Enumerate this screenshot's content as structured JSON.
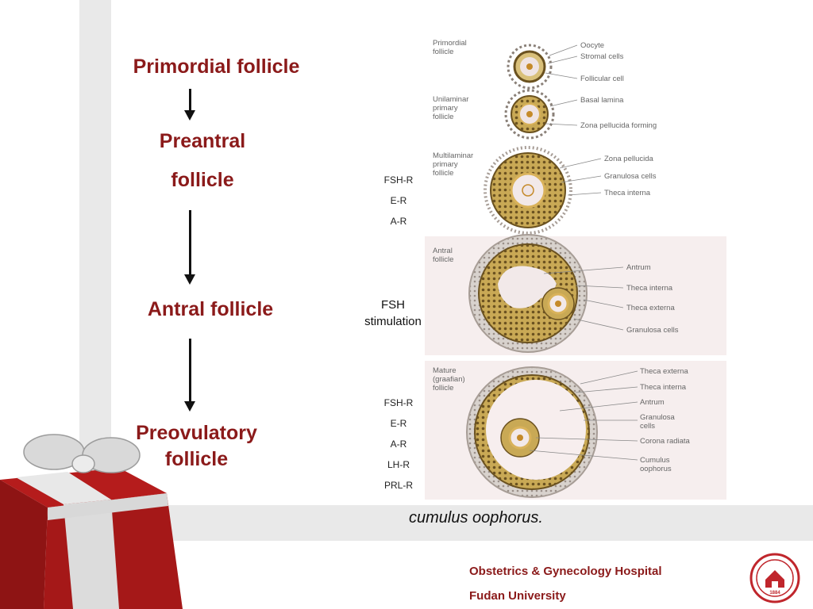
{
  "flow": {
    "primordial": "Primordial follicle",
    "preantral_line1": "Preantral",
    "preantral_line2": "follicle",
    "antral": "Antral follicle",
    "preovulatory_line1": "Preovulatory",
    "preovulatory_line2": "follicle"
  },
  "receptors_preantral": [
    "FSH-R",
    "E-R",
    "A-R"
  ],
  "fsh_stimulation": {
    "line1": "FSH",
    "line2": "stimulation"
  },
  "receptors_preovulatory": [
    "FSH-R",
    "E-R",
    "A-R",
    "LH-R",
    "PRL-R"
  ],
  "caption": "cumulus oophorus.",
  "footer": {
    "line1": "Obstetrics & Gynecology Hospital",
    "line2": "Fudan University"
  },
  "logo": {
    "year": "1884"
  },
  "diagram": {
    "primordial": {
      "title": [
        "Primordial",
        "follicle"
      ],
      "labels": [
        "Oocyte",
        "Stromal cells",
        "Follicular cell"
      ]
    },
    "unilaminar": {
      "title": [
        "Unilaminar",
        "primary",
        "follicle"
      ],
      "labels": [
        "Basal lamina",
        "Zona pellucida forming"
      ]
    },
    "multilaminar": {
      "title": [
        "Multilaminar",
        "primary",
        "follicle"
      ],
      "labels": [
        "Zona pellucida",
        "Granulosa cells",
        "Theca interna"
      ]
    },
    "antral": {
      "title": [
        "Antral",
        "follicle"
      ],
      "labels": [
        "Antrum",
        "Theca interna",
        "Theca externa",
        "Granulosa cells"
      ]
    },
    "mature": {
      "title": [
        "Mature",
        "(graafian)",
        "follicle"
      ],
      "labels": [
        "Theca externa",
        "Theca interna",
        "Antrum",
        "Granulosa",
        "cells",
        "Corona radiata",
        "Cumulus",
        "oophorus"
      ]
    }
  },
  "colors": {
    "accent": "#8b1a1a",
    "band": "#e9e9e9",
    "granulosa": "#c9a955",
    "theca": "#b9b2ad"
  }
}
